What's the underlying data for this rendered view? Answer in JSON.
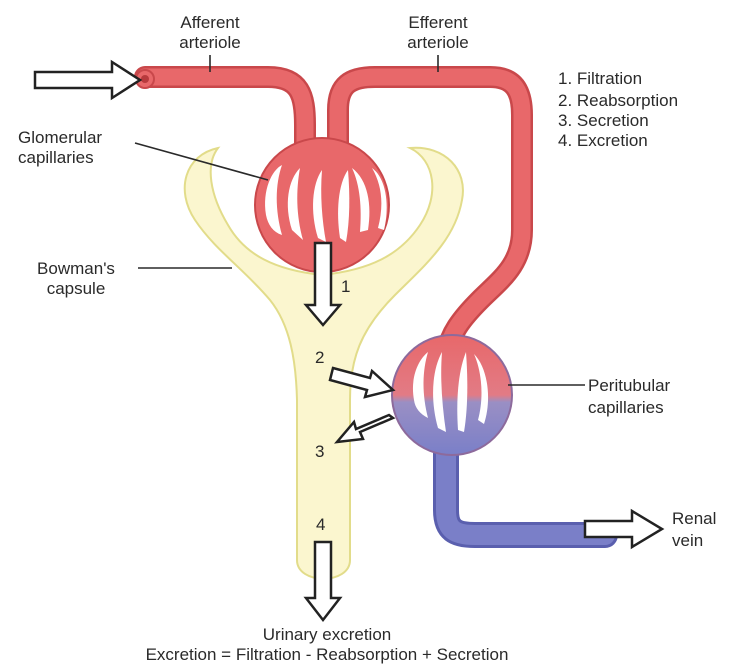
{
  "labels": {
    "afferent_line1": "Afferent",
    "afferent_line2": "arteriole",
    "efferent_line1": "Efferent",
    "efferent_line2": "arteriole",
    "glomerular_line1": "Glomerular",
    "glomerular_line2": "capillaries",
    "bowmans_line1": "Bowman's",
    "bowmans_line2": "capsule",
    "peritubular_line1": "Peritubular",
    "peritubular_line2": "capillaries",
    "renal_line1": "Renal",
    "renal_line2": "vein",
    "urinary": "Urinary excretion",
    "formula": "Excretion = Filtration - Reabsorption + Secretion"
  },
  "process_list": [
    "1. Filtration",
    "2. Reabsorption",
    "3. Secretion",
    "4. Excretion"
  ],
  "process_numbers": [
    "1",
    "2",
    "3",
    "4"
  ],
  "colors": {
    "artery": "#e8686a",
    "artery_dark": "#c9484b",
    "vein": "#7a7fc8",
    "vein_dark": "#5a5fae",
    "capsule_fill": "#fbf6cf",
    "capsule_stroke": "#e2dc8a"
  }
}
